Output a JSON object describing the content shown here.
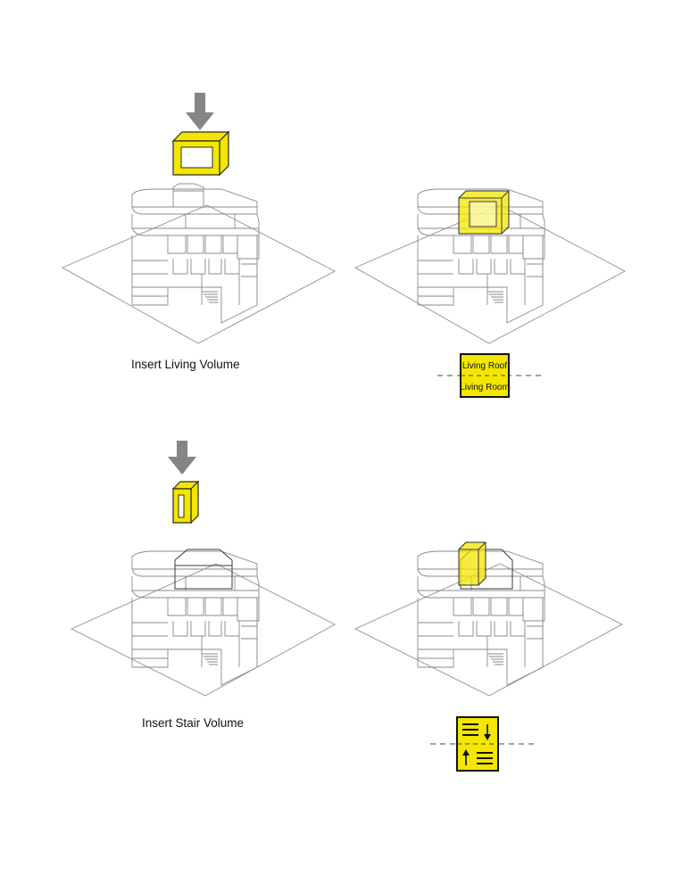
{
  "captions": {
    "living_volume": "Insert Living Volume",
    "stair_volume": "Insert Stair Volume"
  },
  "legend_living": {
    "top_label": "Living Roof",
    "bottom_label": "Living Room"
  },
  "colors": {
    "accent": "#f3e600",
    "arrow": "#858585",
    "line": "#8a8a8a",
    "outline": "#2b2b2b"
  }
}
